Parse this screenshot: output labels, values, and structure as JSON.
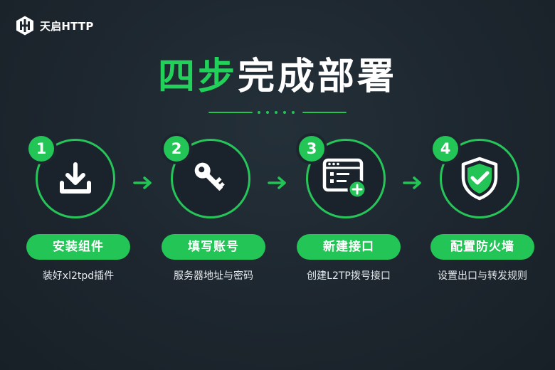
{
  "brand": {
    "name": "天启HTTP",
    "logo_icon": "tianqi-logo-icon"
  },
  "title": {
    "highlight": "四步",
    "rest": "完成部署"
  },
  "colors": {
    "accent": "#22c556",
    "background": "#1d262e",
    "text": "#ffffff"
  },
  "steps": [
    {
      "number": "1",
      "label": "安装组件",
      "desc": "装好xl2tpd插件",
      "icon": "download-icon"
    },
    {
      "number": "2",
      "label": "填写账号",
      "desc": "服务器地址与密码",
      "icon": "key-icon"
    },
    {
      "number": "3",
      "label": "新建接口",
      "desc": "创建L2TP拨号接口",
      "icon": "add-window-icon"
    },
    {
      "number": "4",
      "label": "配置防火墙",
      "desc": "设置出口与转发规则",
      "icon": "shield-check-icon"
    }
  ]
}
